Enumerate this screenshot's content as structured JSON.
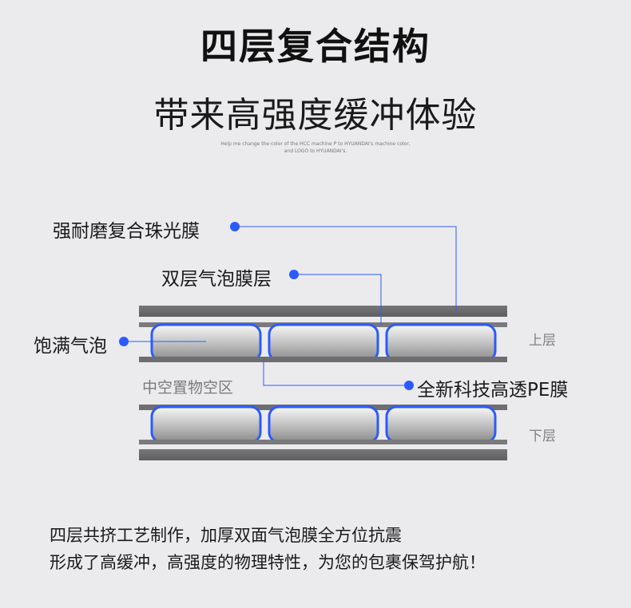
{
  "title": "四层复合结构",
  "subtitle": "带来高强度缓冲体验",
  "note_lines": [
    "Help me change the color of the HCC machine P to HYUANDAI's machine color,",
    "and LOGO to HYUANDAI's."
  ],
  "labels": {
    "pearl_film": "强耐磨复合珠光膜",
    "double_bubble": "双层气泡膜层",
    "full_bubble": "饱满气泡",
    "hollow_zone": "中空置物空区",
    "pe_film": "全新科技高透PE膜",
    "upper": "上层",
    "lower": "下层"
  },
  "description": [
    "四层共挤工艺制作，加厚双面气泡膜全方位抗震",
    "形成了高缓冲，高强度的物理特性，为您的包裹保驾护航！"
  ],
  "colors": {
    "background": "#ebebed",
    "bar": "#6b6b6d",
    "bubble_outline": "#2b5bff",
    "leader_dot": "#2b5bff",
    "leader_line": "#2b5bff"
  }
}
